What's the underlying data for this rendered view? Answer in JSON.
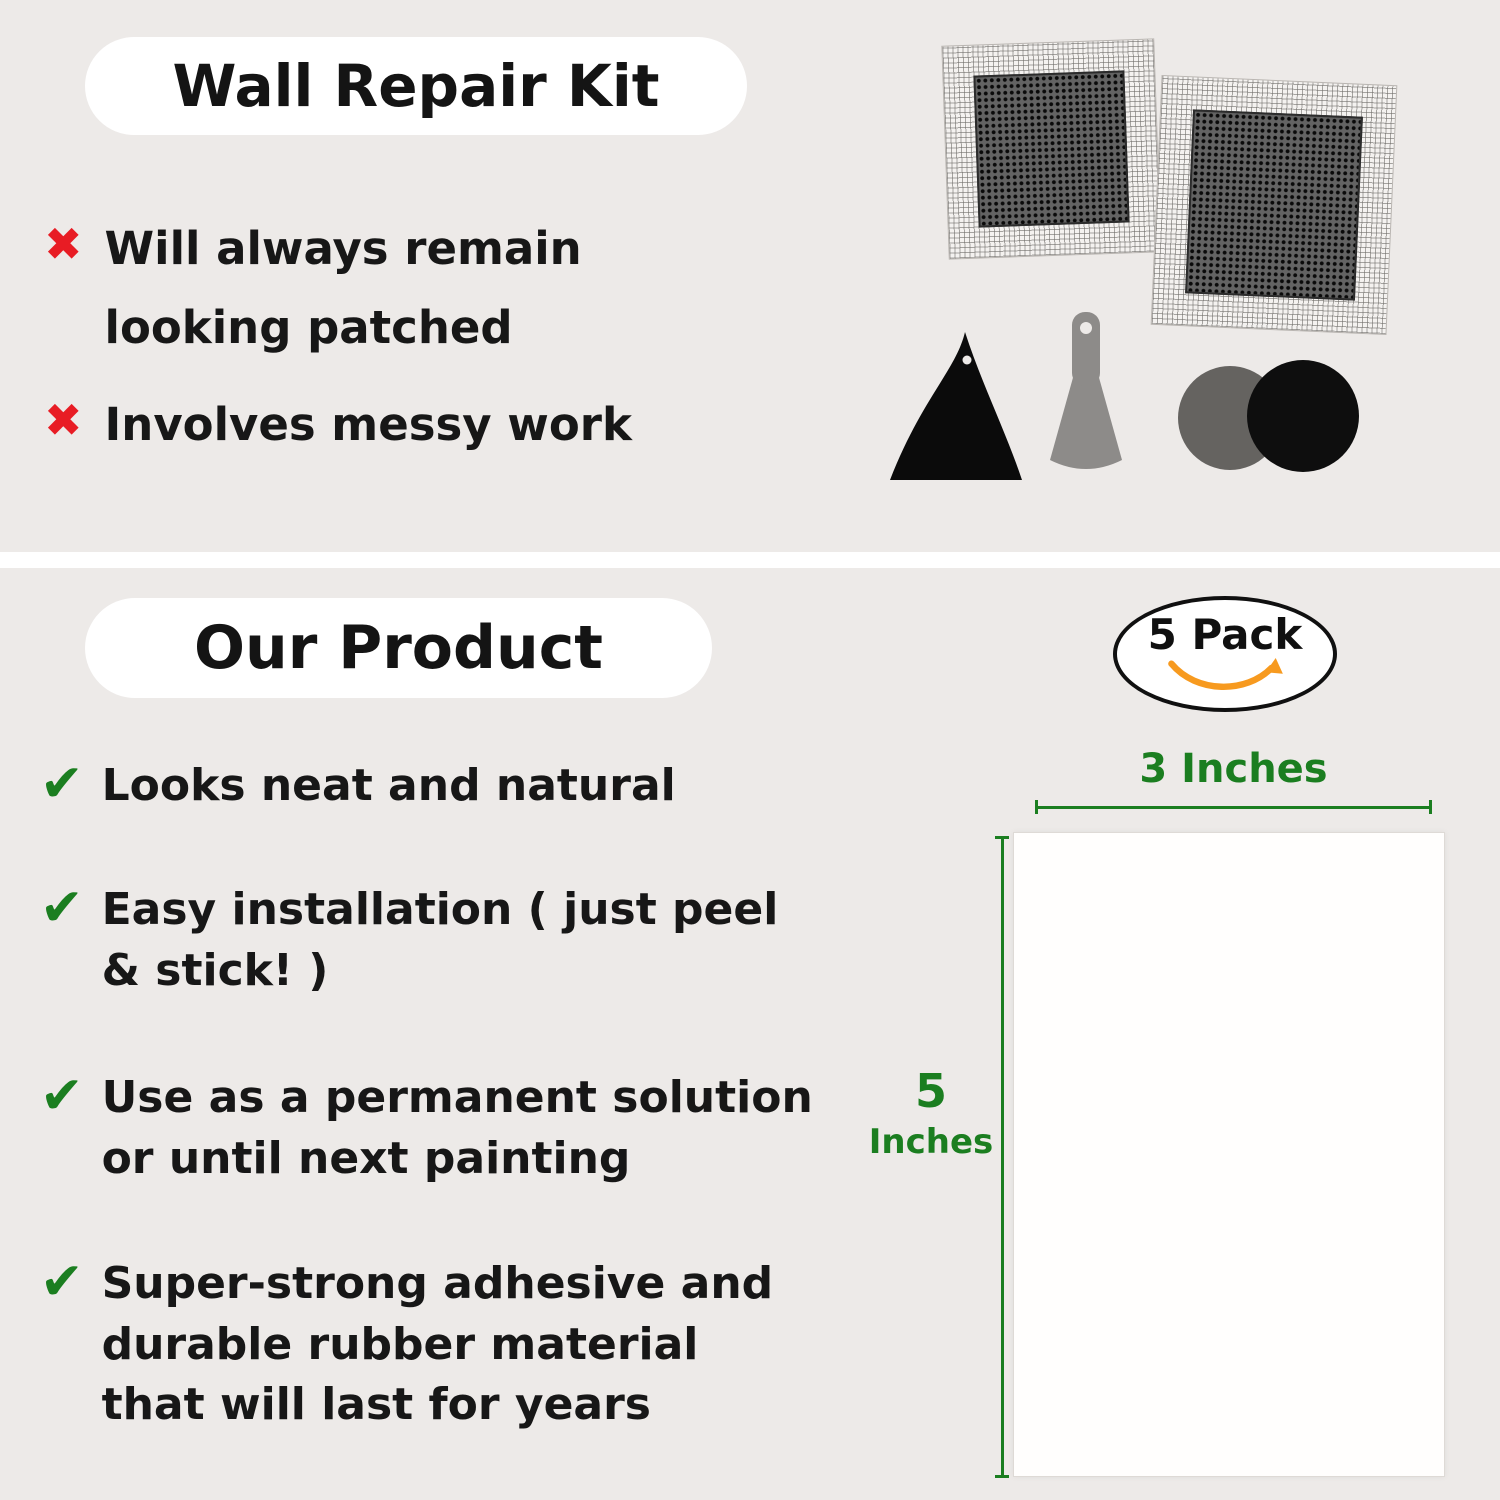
{
  "colors": {
    "background": "#edeae8",
    "pill": "#ffffff",
    "red_cross": "#e81c24",
    "green_check": "#1b7e20",
    "dimension_green": "#1b7e20",
    "smile_orange": "#f79a1f",
    "text": "#171717"
  },
  "icons": {
    "cross": "✖",
    "check": "✔"
  },
  "top_panel": {
    "title": "Wall Repair Kit",
    "cons": [
      "Will always remain\nlooking patched",
      "Involves messy work"
    ]
  },
  "bottom_panel": {
    "title": "Our Product",
    "pack_badge": "5 Pack",
    "pros": [
      "Looks neat and natural",
      "Easy installation ( just peel\n& stick! )",
      "Use as a permanent solution\nor until next painting",
      "Super-strong adhesive and\ndurable rubber material\nthat will last for years"
    ],
    "patch_dimensions": {
      "width": "3 Inches",
      "height_number": "5",
      "height_unit": "Inches"
    }
  }
}
